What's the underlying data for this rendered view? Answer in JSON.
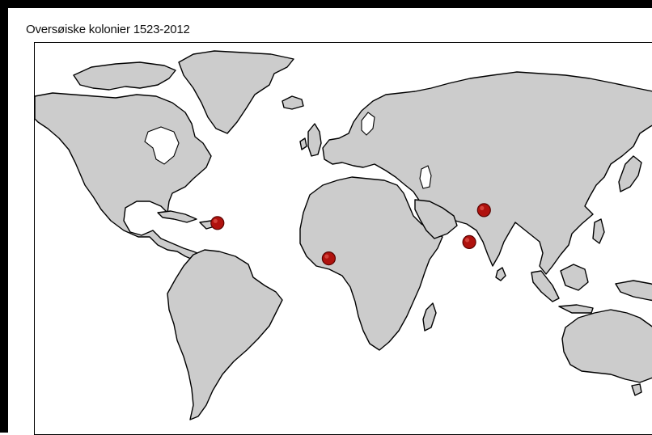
{
  "map": {
    "title": "Oversøiske kolonier 1523-2012",
    "land_color": "#cccccc",
    "outline_color": "#000000",
    "marker_color": "#b0120e",
    "markers": [
      {
        "id": "caribbean",
        "lon": -65.0,
        "lat": 18.0
      },
      {
        "id": "gold-coast",
        "lon": -1.0,
        "lat": 5.0
      },
      {
        "id": "tranquebar",
        "lon": 79.8,
        "lat": 11.0
      },
      {
        "id": "serampore",
        "lon": 88.3,
        "lat": 22.7
      }
    ]
  }
}
